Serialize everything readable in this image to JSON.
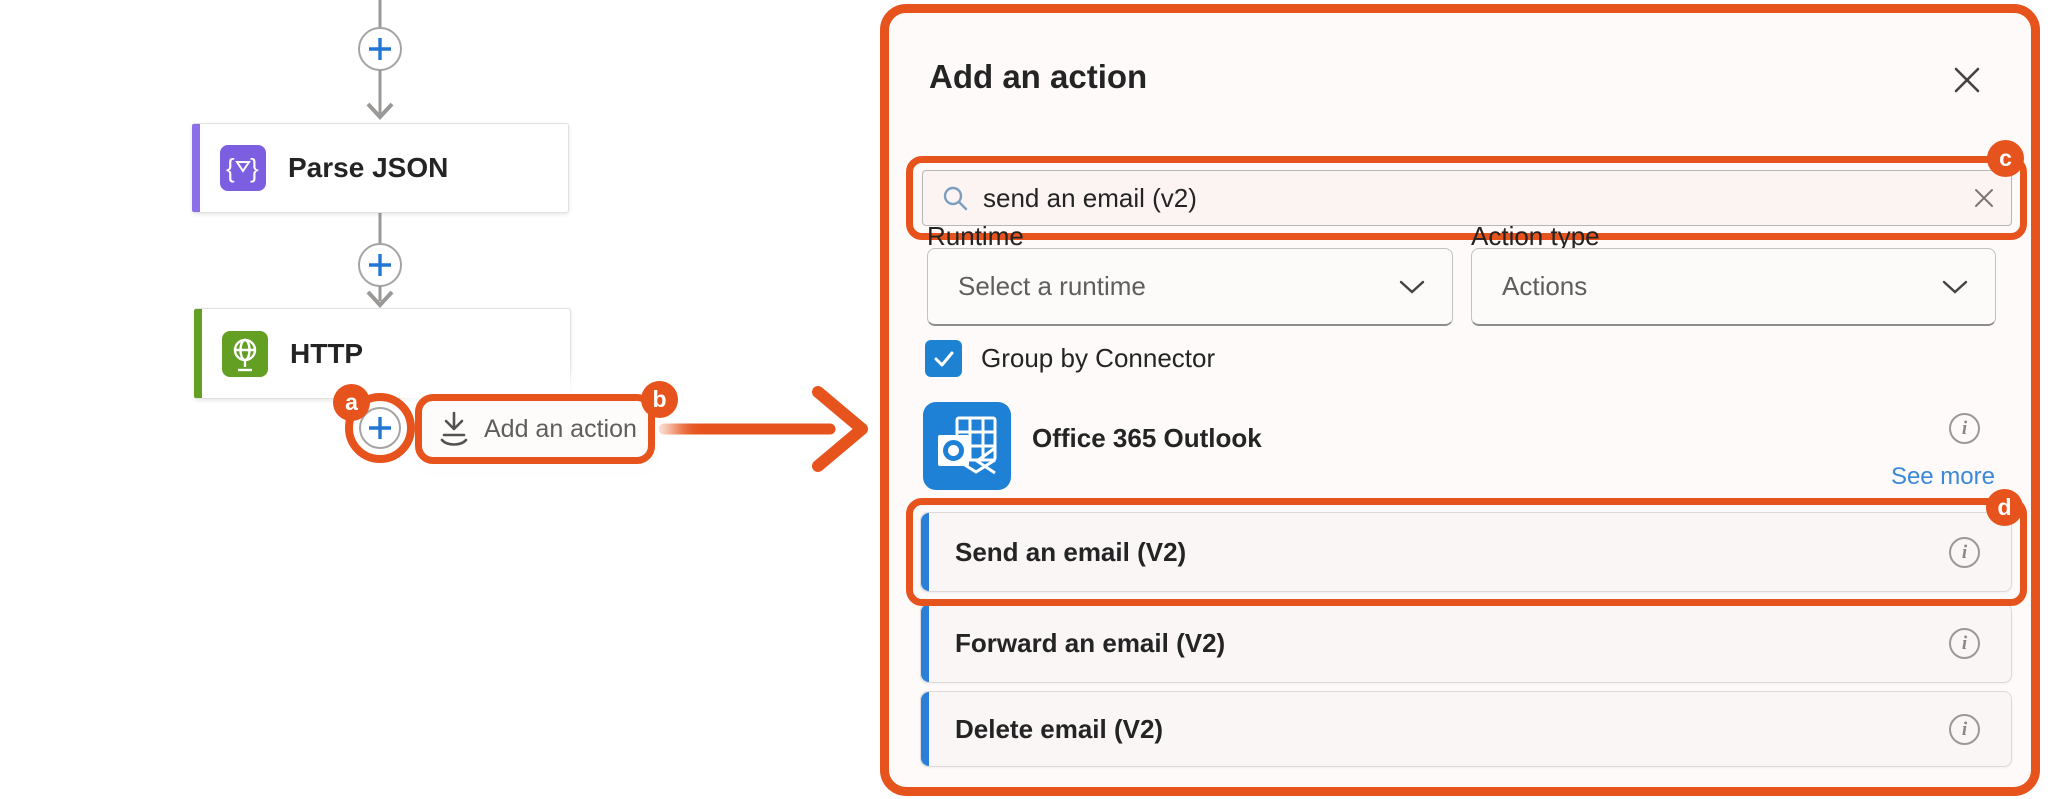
{
  "colors": {
    "callout_orange": "#E7531C",
    "outlook_blue": "#1E81D6",
    "action_accent_blue": "#2B7FD9",
    "checkbox_blue": "#1E82D2",
    "see_more_blue": "#3A88D8",
    "parse_json_purple": "#7C5FE0",
    "http_green": "#639F22",
    "plus_blue": "#2476D4"
  },
  "flow_canvas": {
    "nodes": [
      {
        "label": "Parse JSON"
      },
      {
        "label": "HTTP"
      }
    ],
    "add_action_tooltip": {
      "label": "Add an action"
    }
  },
  "annotations": {
    "a": "a",
    "b": "b",
    "c": "c",
    "d": "d"
  },
  "panel": {
    "title": "Add an action",
    "search": {
      "value": "send an email (v2)"
    },
    "runtime_filter": {
      "label": "Runtime",
      "value": "Select a runtime"
    },
    "action_type_filter": {
      "label": "Action type",
      "value": "Actions"
    },
    "group_by_connector": {
      "label": "Group by Connector",
      "checked": true
    },
    "connector": {
      "name": "Office 365 Outlook",
      "see_more_label": "See more"
    },
    "actions": [
      {
        "label": "Send an email (V2)"
      },
      {
        "label": "Forward an email (V2)"
      },
      {
        "label": "Delete email (V2)"
      }
    ]
  }
}
